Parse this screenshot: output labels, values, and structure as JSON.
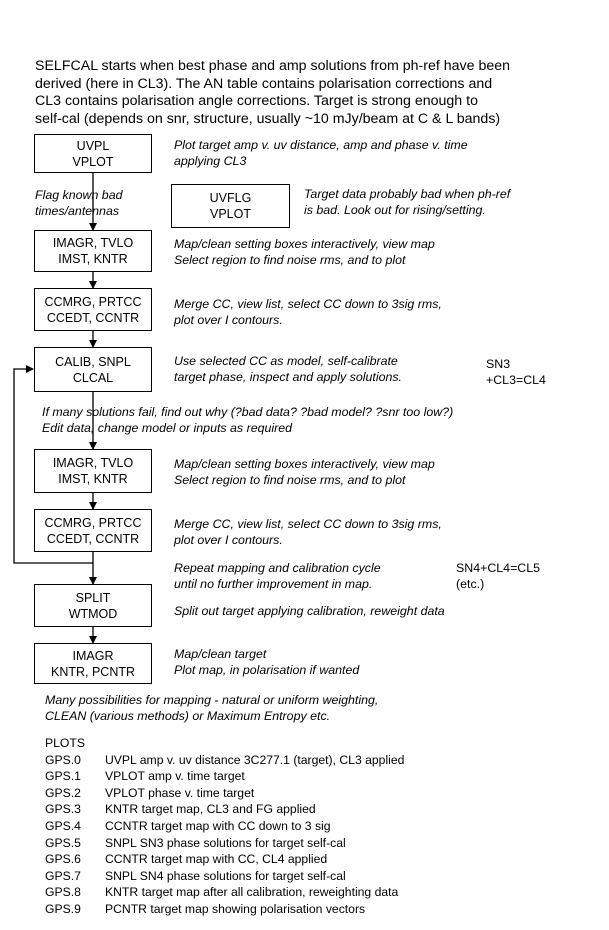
{
  "intro": {
    "lines": [
      "SELFCAL starts when best phase and amp solutions from ph-ref have been",
      "derived (here in CL3).  The AN table contains polarisation corrections and",
      "CL3 contains polarisation angle corrections.  Target is strong enough to",
      "self-cal (depends on snr, structure, usually ~10 mJy/beam at C & L bands)"
    ]
  },
  "steps": {
    "uvpl": {
      "line1": "UVPL",
      "line2": "VPLOT",
      "note1": "Plot target amp v. uv distance, amp and phase v. time",
      "note2": "applying CL3"
    },
    "flag": {
      "label1": "Flag known bad",
      "label2": "times/antennas",
      "box1": "UVFLG",
      "box2": "VPLOT",
      "note1": "Target data probably bad when ph-ref",
      "note2": "is bad.  Look out for rising/setting."
    },
    "imagr1": {
      "line1": "IMAGR, TVLO",
      "line2": "IMST, KNTR",
      "note1": "Map/clean setting boxes interactively, view map",
      "note2": "Select region to find noise rms, and to plot"
    },
    "ccmrg1": {
      "line1": "CCMRG, PRTCC",
      "line2": "CCEDT, CCNTR",
      "note1": "Merge CC, view list, select CC down to 3sig rms,",
      "note2": "plot over I contours."
    },
    "calib": {
      "line1": "CALIB, SNPL",
      "line2": "CLCAL",
      "note1": "Use selected CC as model, self-calibrate",
      "note2": "target phase, inspect and apply solutions.",
      "side1": "SN3",
      "side2": "+CL3=CL4"
    },
    "fail": {
      "note1": "If many solutions fail, find out why (?bad data? ?bad model? ?snr too low?)",
      "note2": "Edit data, change model or inputs as required"
    },
    "imagr2": {
      "line1": "IMAGR, TVLO",
      "line2": "IMST, KNTR",
      "note1": "Map/clean setting boxes interactively, view map",
      "note2": "Select region to find noise rms, and to plot"
    },
    "ccmrg2": {
      "line1": "CCMRG, PRTCC",
      "line2": "CCEDT, CCNTR",
      "note1": "Merge CC, view list, select CC down to 3sig rms,",
      "note2": "plot over I contours."
    },
    "repeat": {
      "note1": "Repeat mapping and calibration cycle",
      "note2": "until no further improvement in map.",
      "side1": "SN4+CL4=CL5",
      "side2": "(etc.)"
    },
    "split": {
      "line1": "SPLIT",
      "line2": "WTMOD",
      "note1": "Split out target applying calibration, reweight data"
    },
    "imagr3": {
      "line1": "IMAGR",
      "line2": "KNTR, PCNTR",
      "note1": "Map/clean  target",
      "note2": "Plot map, in polarisation if wanted"
    },
    "mapping": {
      "note1": "Many possibilities for mapping - natural or uniform weighting,",
      "note2": "CLEAN (various methods) or Maximum Entropy etc."
    }
  },
  "plots": {
    "heading": "PLOTS",
    "rows": [
      {
        "code": "GPS.0",
        "desc": "UVPL amp v. uv distance 3C277.1 (target), CL3 applied"
      },
      {
        "code": "GPS.1",
        "desc": "VPLOT amp v. time target"
      },
      {
        "code": "GPS.2",
        "desc": "VPLOT phase v. time target"
      },
      {
        "code": "GPS.3",
        "desc": "KNTR target map, CL3 and FG applied"
      },
      {
        "code": "GPS.4",
        "desc": "CCNTR target map with CC down to 3 sig"
      },
      {
        "code": "GPS.5",
        "desc": "SNPL SN3 phase solutions for target self-cal"
      },
      {
        "code": "GPS.6",
        "desc": "CCNTR target map with CC, CL4 applied"
      },
      {
        "code": "GPS.7",
        "desc": "SNPL SN4 phase solutions for target self-cal"
      },
      {
        "code": "GPS.8",
        "desc": "KNTR target map after all calibration, reweighting data"
      },
      {
        "code": "GPS.9",
        "desc": "PCNTR target map showing polarisation vectors"
      }
    ]
  }
}
